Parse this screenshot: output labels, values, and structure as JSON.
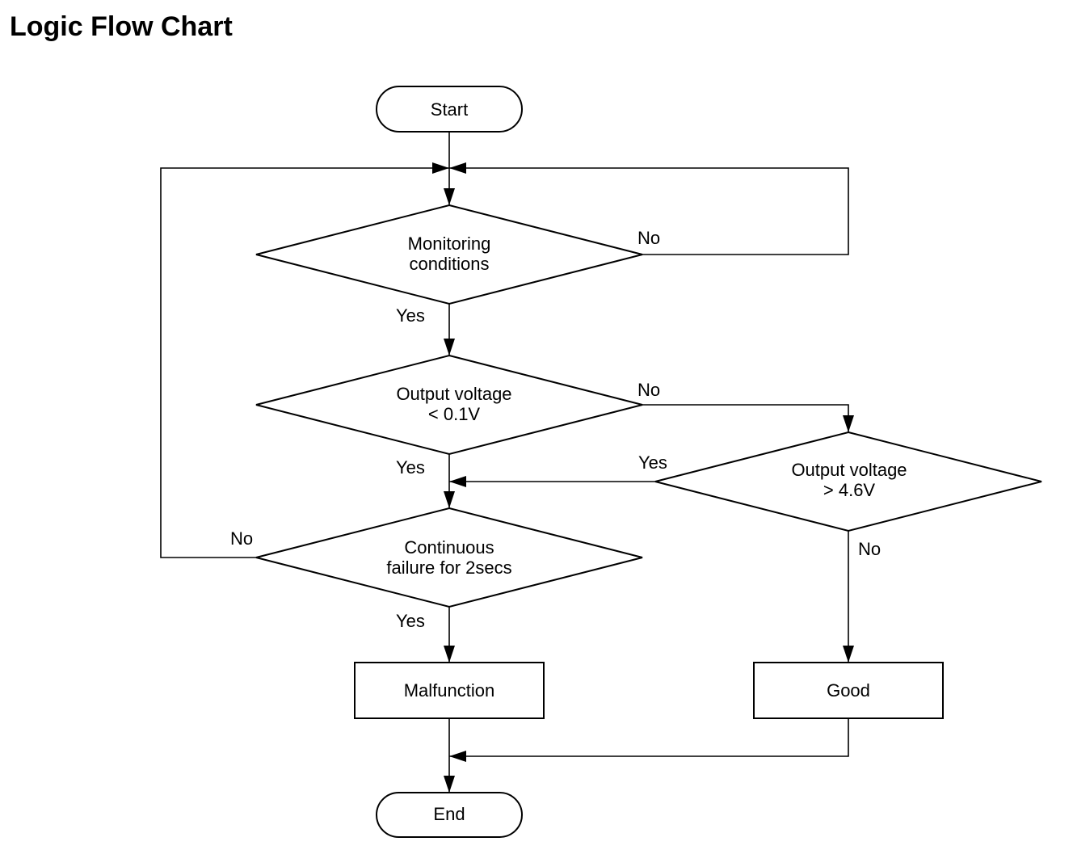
{
  "title": "Logic Flow Chart",
  "nodes": {
    "start": {
      "label": "Start"
    },
    "monitoring": {
      "line1": "Monitoring",
      "line2": "conditions"
    },
    "low_voltage": {
      "line1": "Output voltage",
      "line2": "< 0.1V"
    },
    "high_voltage": {
      "line1": "Output voltage",
      "line2": "> 4.6V"
    },
    "continuous": {
      "line1": "Continuous",
      "line2": "failure for 2secs"
    },
    "malfunction": {
      "label": "Malfunction"
    },
    "good": {
      "label": "Good"
    },
    "end": {
      "label": "End"
    }
  },
  "edges": {
    "monitoring_yes": "Yes",
    "monitoring_no": "No",
    "low_yes": "Yes",
    "low_no": "No",
    "high_yes": "Yes",
    "high_no": "No",
    "continuous_yes": "Yes",
    "continuous_no": "No"
  }
}
